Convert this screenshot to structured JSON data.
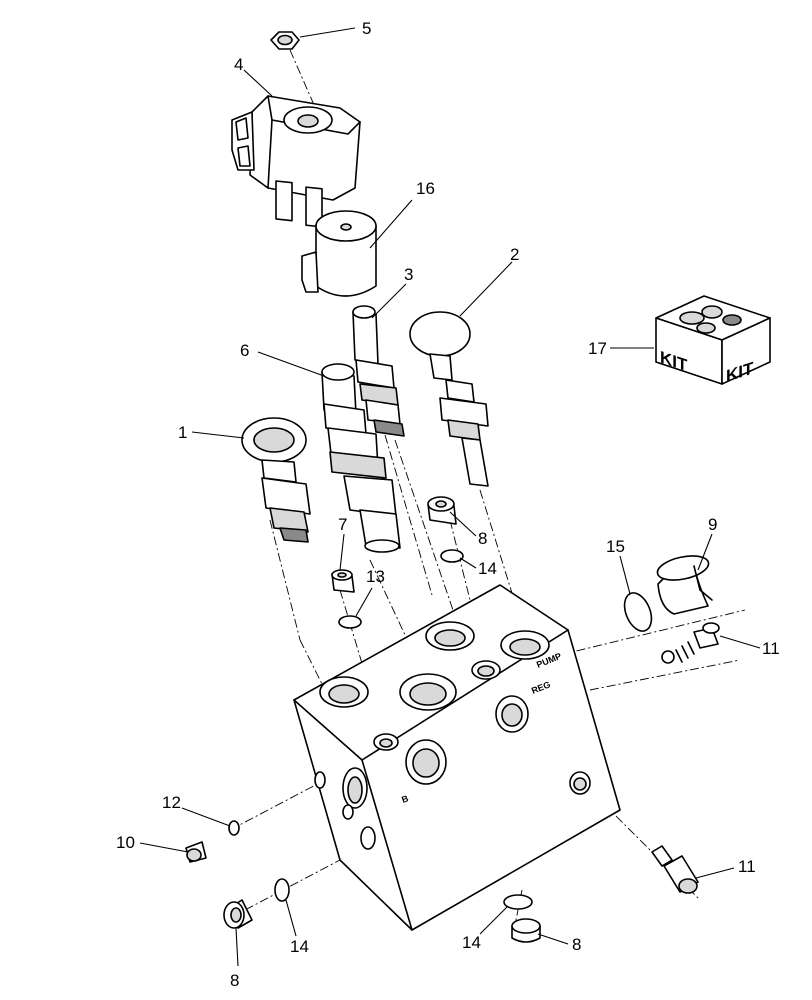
{
  "callouts": {
    "c1": "1",
    "c2": "2",
    "c3": "3",
    "c4": "4",
    "c5": "5",
    "c6": "6",
    "c7": "7",
    "c8a": "8",
    "c8b": "8",
    "c8c": "8",
    "c9": "9",
    "c10": "10",
    "c11a": "11",
    "c11b": "11",
    "c12": "12",
    "c13": "13",
    "c14a": "14",
    "c14b": "14",
    "c14c": "14",
    "c15": "15",
    "c16": "16",
    "c17": "17"
  },
  "port_labels": {
    "pump": "PUMP",
    "reg": "REG",
    "b": "B"
  },
  "kit": {
    "left": "KIT",
    "right": "KIT"
  }
}
